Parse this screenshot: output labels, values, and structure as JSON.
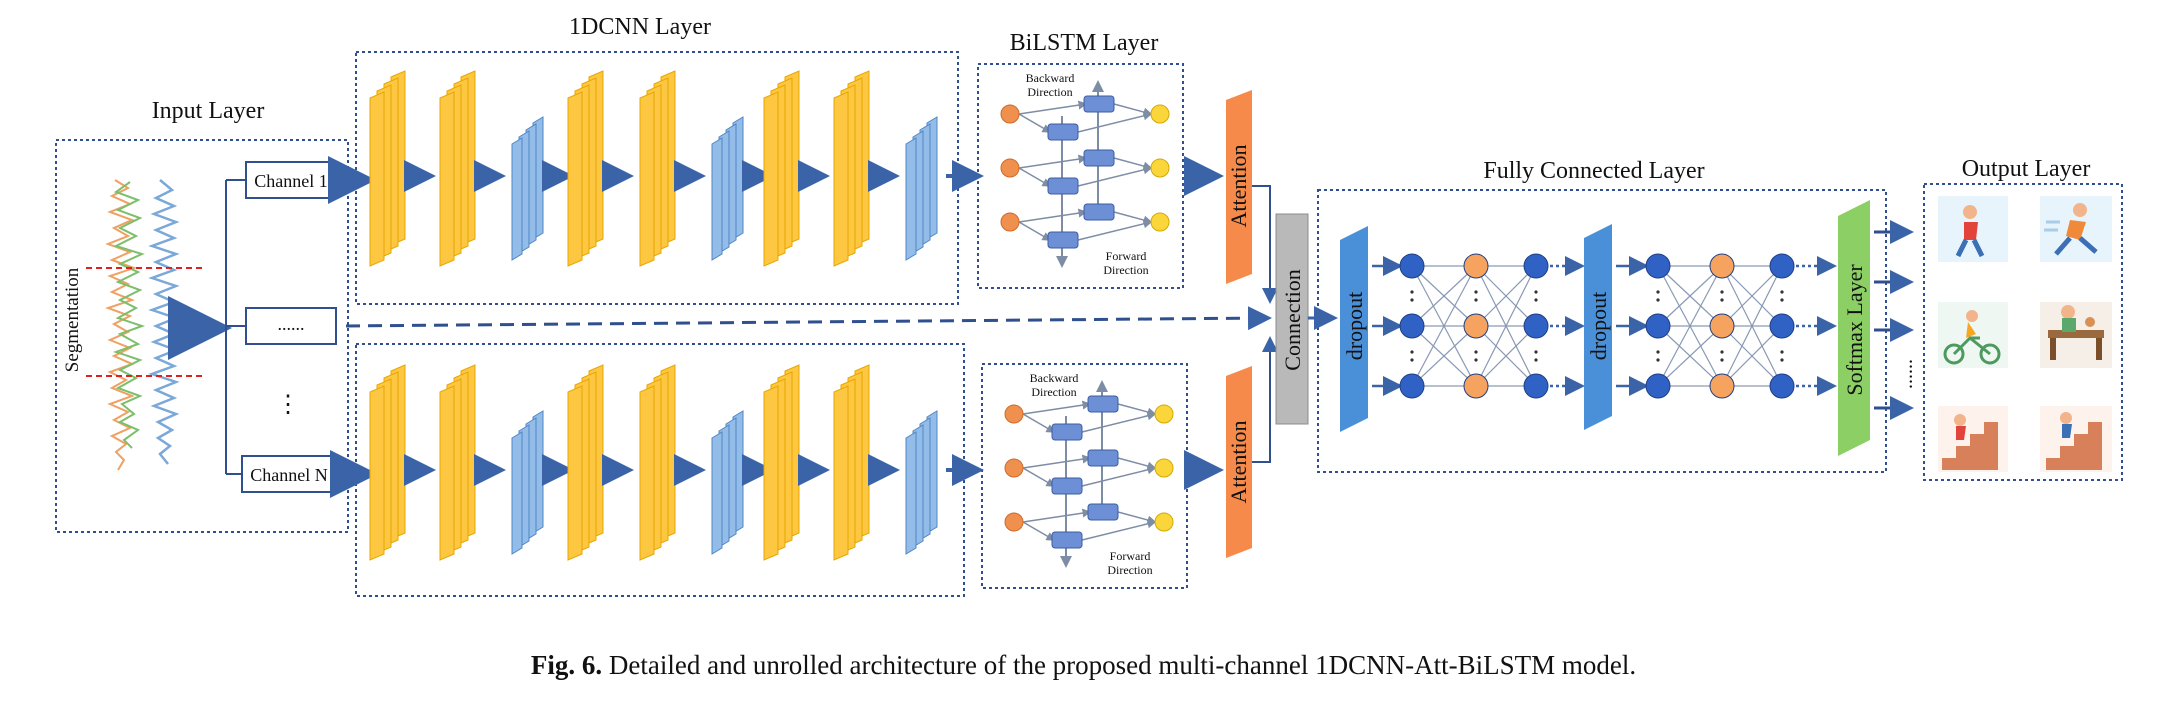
{
  "sections": {
    "input": "Input Layer",
    "cnn": "1DCNN Layer",
    "bilstm": "BiLSTM Layer",
    "fc": "Fully Connected Layer",
    "output": "Output Layer"
  },
  "segmentation_label": "Segmentation",
  "channels": {
    "first": "Channel 1",
    "middle": "......",
    "vdots": "⋮",
    "last": "Channel N"
  },
  "bilstm_labels": {
    "backward": [
      "Backward",
      "Direction"
    ],
    "forward": [
      "Forward",
      "Direction"
    ]
  },
  "attention_label": "Attention",
  "connection_label": "Connection",
  "dropout_label": "dropout",
  "softmax_label": "Softmax Layer",
  "output_dots": "......",
  "caption": {
    "number": "Fig. 6.",
    "text": "Detailed and unrolled architecture of the proposed multi-channel 1DCNN-Att-BiLSTM model."
  },
  "colors": {
    "frame": "#2f4f8f",
    "arrow": "#3a63a8",
    "cnn_feature": "#fdc741",
    "cnn_feature_edge": "#e8a700",
    "pool_feature": "#93bde8",
    "pool_feature_edge": "#4f86c6",
    "lstm_input": "#f0904e",
    "lstm_output": "#fbd63b",
    "lstm_cell": "#6d8fd6",
    "attention": "#f58a4a",
    "connection": "#b9b9b9",
    "dropout": "#4a90d9",
    "softmax": "#8ccf64",
    "fc_blue": "#2f62c4",
    "fc_orange": "#f5a35f",
    "segment_line": "#e02020"
  }
}
